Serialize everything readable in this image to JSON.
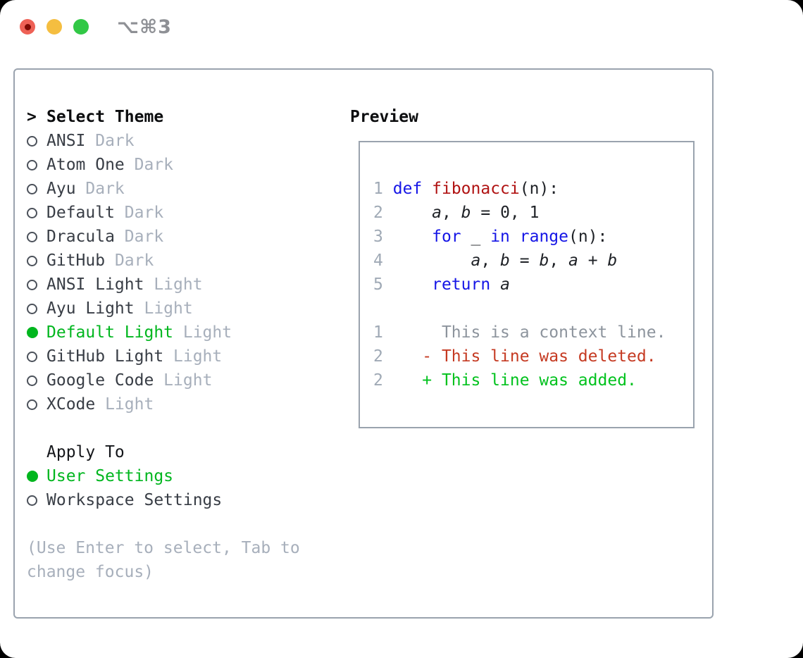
{
  "titlebar": {
    "shortcut": "⌥⌘3",
    "buttons": [
      "close",
      "minimize",
      "zoom"
    ]
  },
  "theme_panel": {
    "title_prefix": ">",
    "title": "Select Theme",
    "themes": [
      {
        "name": "ANSI",
        "variant": "Dark",
        "selected": false
      },
      {
        "name": "Atom One",
        "variant": "Dark",
        "selected": false
      },
      {
        "name": "Ayu",
        "variant": "Dark",
        "selected": false
      },
      {
        "name": "Default",
        "variant": "Dark",
        "selected": false
      },
      {
        "name": "Dracula",
        "variant": "Dark",
        "selected": false
      },
      {
        "name": "GitHub",
        "variant": "Dark",
        "selected": false
      },
      {
        "name": "ANSI Light",
        "variant": "Light",
        "selected": false
      },
      {
        "name": "Ayu Light",
        "variant": "Light",
        "selected": false
      },
      {
        "name": "Default Light",
        "variant": "Light",
        "selected": true
      },
      {
        "name": "GitHub Light",
        "variant": "Light",
        "selected": false
      },
      {
        "name": "Google Code",
        "variant": "Light",
        "selected": false
      },
      {
        "name": "XCode",
        "variant": "Light",
        "selected": false
      }
    ],
    "apply_to": {
      "title": "Apply To",
      "options": [
        {
          "label": "User Settings",
          "selected": true
        },
        {
          "label": "Workspace Settings",
          "selected": false
        }
      ]
    },
    "hint_lines": [
      "(Use Enter to select, Tab to",
      "change focus)"
    ]
  },
  "preview_panel": {
    "title": "Preview",
    "code_lines": [
      [
        {
          "t": "1",
          "c": "num"
        },
        {
          "t": " ",
          "c": "plain"
        },
        {
          "t": "def",
          "c": "kw"
        },
        {
          "t": " ",
          "c": "plain"
        },
        {
          "t": "fibonacci",
          "c": "fn"
        },
        {
          "t": "(n):",
          "c": "plain"
        }
      ],
      [
        {
          "t": "2",
          "c": "num"
        },
        {
          "t": "     ",
          "c": "plain"
        },
        {
          "t": "a",
          "c": "var"
        },
        {
          "t": ", ",
          "c": "plain"
        },
        {
          "t": "b",
          "c": "var"
        },
        {
          "t": " = 0, 1",
          "c": "plain"
        }
      ],
      [
        {
          "t": "3",
          "c": "num"
        },
        {
          "t": "     ",
          "c": "plain"
        },
        {
          "t": "for",
          "c": "kw"
        },
        {
          "t": " _ ",
          "c": "plain"
        },
        {
          "t": "in",
          "c": "kw"
        },
        {
          "t": " ",
          "c": "plain"
        },
        {
          "t": "range",
          "c": "kw"
        },
        {
          "t": "(n):",
          "c": "plain"
        }
      ],
      [
        {
          "t": "4",
          "c": "num"
        },
        {
          "t": "         ",
          "c": "plain"
        },
        {
          "t": "a",
          "c": "var"
        },
        {
          "t": ", ",
          "c": "plain"
        },
        {
          "t": "b",
          "c": "var"
        },
        {
          "t": " = ",
          "c": "plain"
        },
        {
          "t": "b",
          "c": "var"
        },
        {
          "t": ", ",
          "c": "plain"
        },
        {
          "t": "a",
          "c": "var"
        },
        {
          "t": " + ",
          "c": "plain"
        },
        {
          "t": "b",
          "c": "var"
        }
      ],
      [
        {
          "t": "5",
          "c": "num"
        },
        {
          "t": "     ",
          "c": "plain"
        },
        {
          "t": "return",
          "c": "kw"
        },
        {
          "t": " ",
          "c": "plain"
        },
        {
          "t": "a",
          "c": "var"
        }
      ],
      [],
      [
        {
          "t": "1",
          "c": "num"
        },
        {
          "t": "      ",
          "c": "plain"
        },
        {
          "t": "This is a context line.",
          "c": "ctx"
        }
      ],
      [
        {
          "t": "2",
          "c": "num"
        },
        {
          "t": "    ",
          "c": "plain"
        },
        {
          "t": "- This line was deleted.",
          "c": "del"
        }
      ],
      [
        {
          "t": "2",
          "c": "num"
        },
        {
          "t": "    ",
          "c": "plain"
        },
        {
          "t": "+ This line was added.",
          "c": "add"
        }
      ]
    ]
  },
  "colors": {
    "accent_green": "#00b61e",
    "diff_green": "#00c21d",
    "diff_red": "#c53a22",
    "keyword_blue": "#1515e6",
    "function_red": "#b01212",
    "muted_gray": "#a7afbb",
    "line_number_gray": "#9fa9b5",
    "context_gray": "#8d949d",
    "text_dark": "#1e2126",
    "item_text": "#383d45",
    "border_gray": "#9aa3ae",
    "shortcut_gray": "#8e9095",
    "traffic_red": "#ee6156",
    "traffic_red_dot": "#7e0a04",
    "traffic_yellow": "#f5be40",
    "traffic_green": "#32c846"
  }
}
